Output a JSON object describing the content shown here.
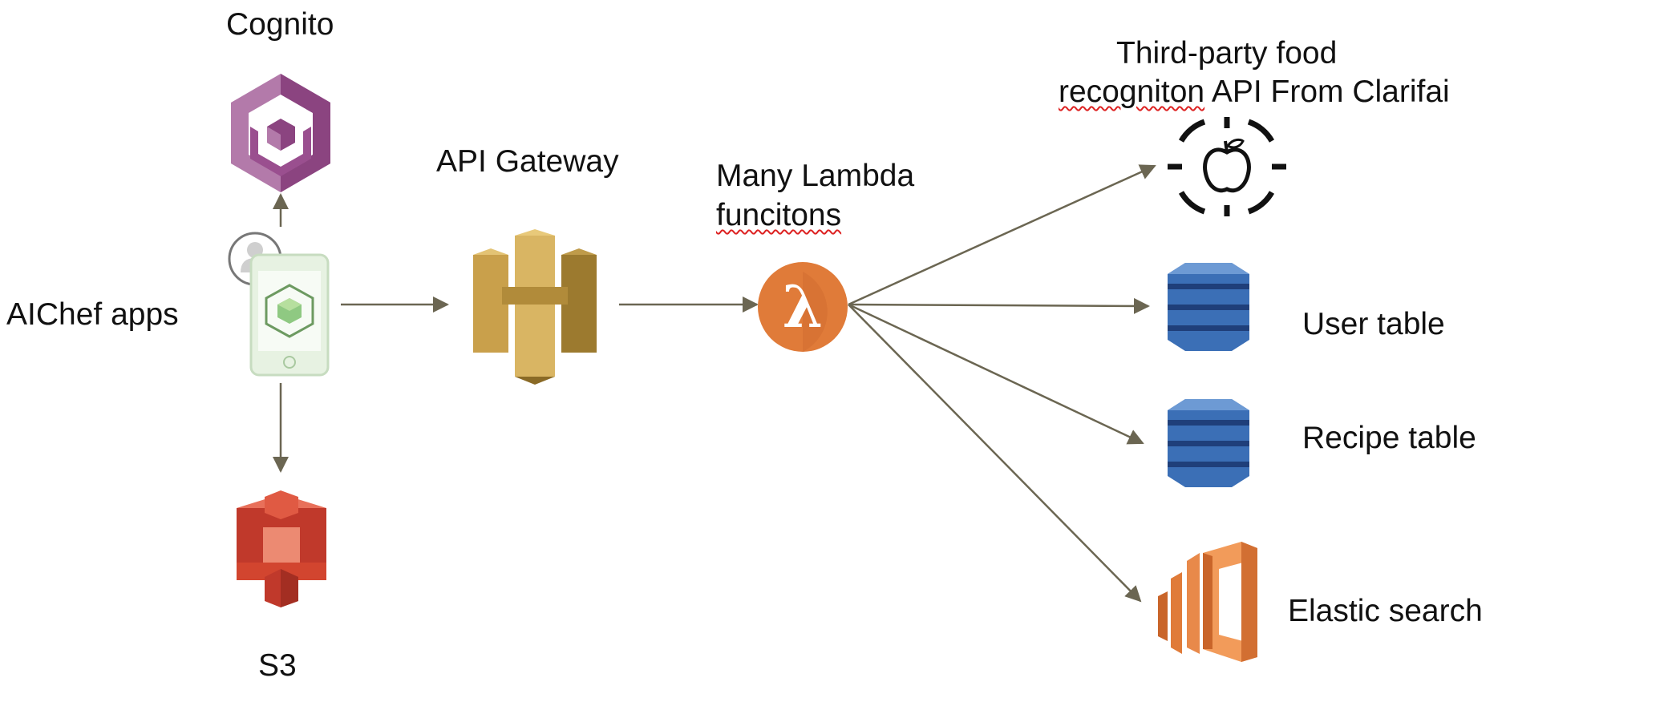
{
  "labels": {
    "cognito": "Cognito",
    "apps": "AIChef apps",
    "s3": "S3",
    "api_gateway": "API Gateway",
    "lambda_line1": "Many Lambda",
    "lambda_line2": "funcitons",
    "third_party_line1": "Third-party food",
    "third_party_line2_word1": "recogniton",
    "third_party_line2_rest": " API From Clarifai",
    "user_table": "User table",
    "recipe_table": "Recipe table",
    "elastic_search": "Elastic search"
  },
  "icons": {
    "cognito": "aws-cognito-icon",
    "s3": "aws-s3-icon",
    "api_gateway": "aws-api-gateway-icon",
    "lambda": "aws-lambda-icon",
    "dynamodb": "aws-dynamodb-icon",
    "elasticsearch": "aws-elasticsearch-icon",
    "food_recognition": "apple-target-icon",
    "user": "user-avatar-icon",
    "mobile": "mobile-app-icon"
  },
  "colors": {
    "arrow": "#6b6652",
    "cognito": "#9a4f8f",
    "s3": "#d2452f",
    "api_gateway": "#c9a04b",
    "lambda": "#e07b39",
    "dynamodb": "#3b6fb6",
    "elasticsearch": "#e07b39",
    "mobile": "#8fc982"
  },
  "edges": [
    {
      "from": "apps",
      "to": "cognito"
    },
    {
      "from": "apps",
      "to": "s3"
    },
    {
      "from": "apps",
      "to": "api_gateway"
    },
    {
      "from": "api_gateway",
      "to": "lambda"
    },
    {
      "from": "lambda",
      "to": "food_recognition_api"
    },
    {
      "from": "lambda",
      "to": "user_table"
    },
    {
      "from": "lambda",
      "to": "recipe_table"
    },
    {
      "from": "lambda",
      "to": "elastic_search"
    }
  ]
}
